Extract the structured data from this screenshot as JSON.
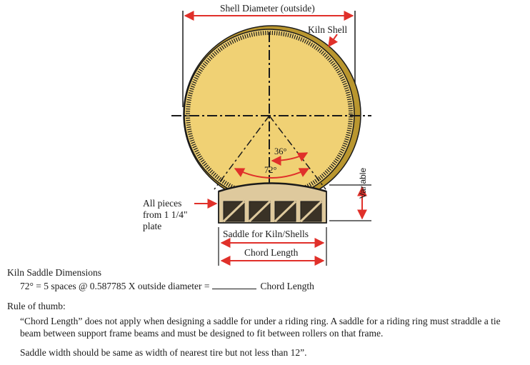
{
  "diagram": {
    "shell_diameter_label": "Shell Diameter (outside)",
    "kiln_shell_label": "Kiln Shell",
    "angle_small_label": "36°",
    "angle_large_label": "72°",
    "variable_label": "Variable",
    "all_pieces_label": "All pieces\nfrom 1 1/4\"\nplate",
    "saddle_label": "Saddle for Kiln/Shells",
    "chord_length_label": "Chord Length",
    "colors": {
      "shell_fill": "#f0d174",
      "arrow_red": "#e0302a",
      "saddle_fill": "#dec99d",
      "outline": "#1a1a1a"
    }
  },
  "notes": {
    "heading": "Kiln Saddle Dimensions",
    "formula": "72° = 5 spaces @ 0.587785 X outside diameter =",
    "formula_result_label": "Chord Length",
    "rule_heading": "Rule of thumb:",
    "rule_text": "“Chord Length” does not apply when designing a saddle for under a riding ring.  A saddle for a riding ring must straddle a tie beam between support frame beams and must be designed to fit between rollers on that frame.",
    "width_text": "Saddle width should be same as width of nearest tire but not less than 12”."
  }
}
